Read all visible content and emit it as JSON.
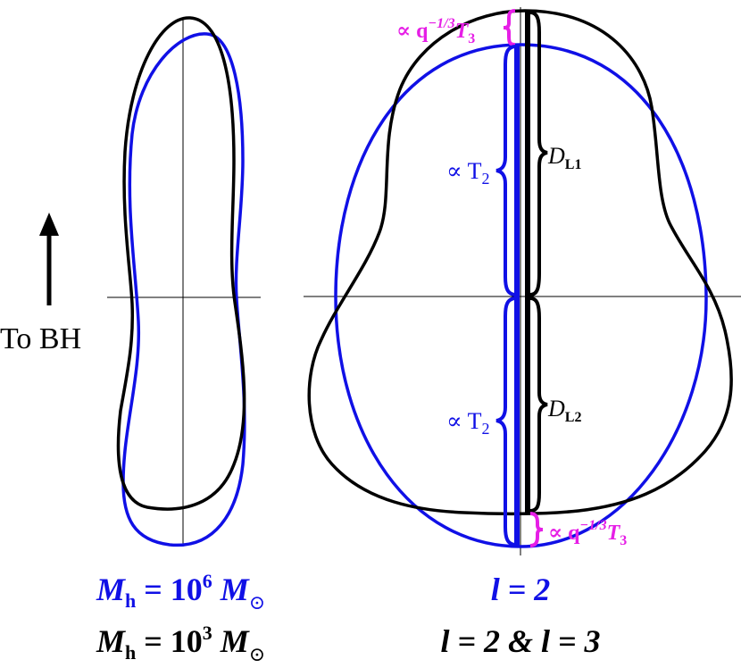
{
  "colors": {
    "blue": "#1010e6",
    "black": "#000000",
    "magenta": "#e61ee6",
    "axis": "#000000"
  },
  "left_panel": {
    "direction_label": "To BH",
    "caption_blue": {
      "symbol": "M",
      "subscript": "h",
      "relation": " = 10",
      "exponent": "6",
      "unit": " M",
      "unit_subscript": "⊙"
    },
    "caption_black": {
      "symbol": "M",
      "subscript": "h",
      "relation": " = 10",
      "exponent": "3",
      "unit": " M",
      "unit_subscript": "⊙"
    }
  },
  "right_panel": {
    "caption_blue": "l = 2",
    "caption_black": "l = 2 & l = 3",
    "labels": {
      "q_top": "∝ q",
      "q_top_exp": "−1/3",
      "q_top_T": "T",
      "q_top_sub": "3",
      "T2_upper": "∝ T",
      "T2_upper_sub": "2",
      "T2_lower": "∝ T",
      "T2_lower_sub": "2",
      "DL1": "D",
      "DL1_sub": "L1",
      "DL2": "D",
      "DL2_sub": "L2",
      "q_bottom": "∝ q",
      "q_bottom_exp": "−1/3",
      "q_bottom_T": "T",
      "q_bottom_sub": "3"
    }
  }
}
